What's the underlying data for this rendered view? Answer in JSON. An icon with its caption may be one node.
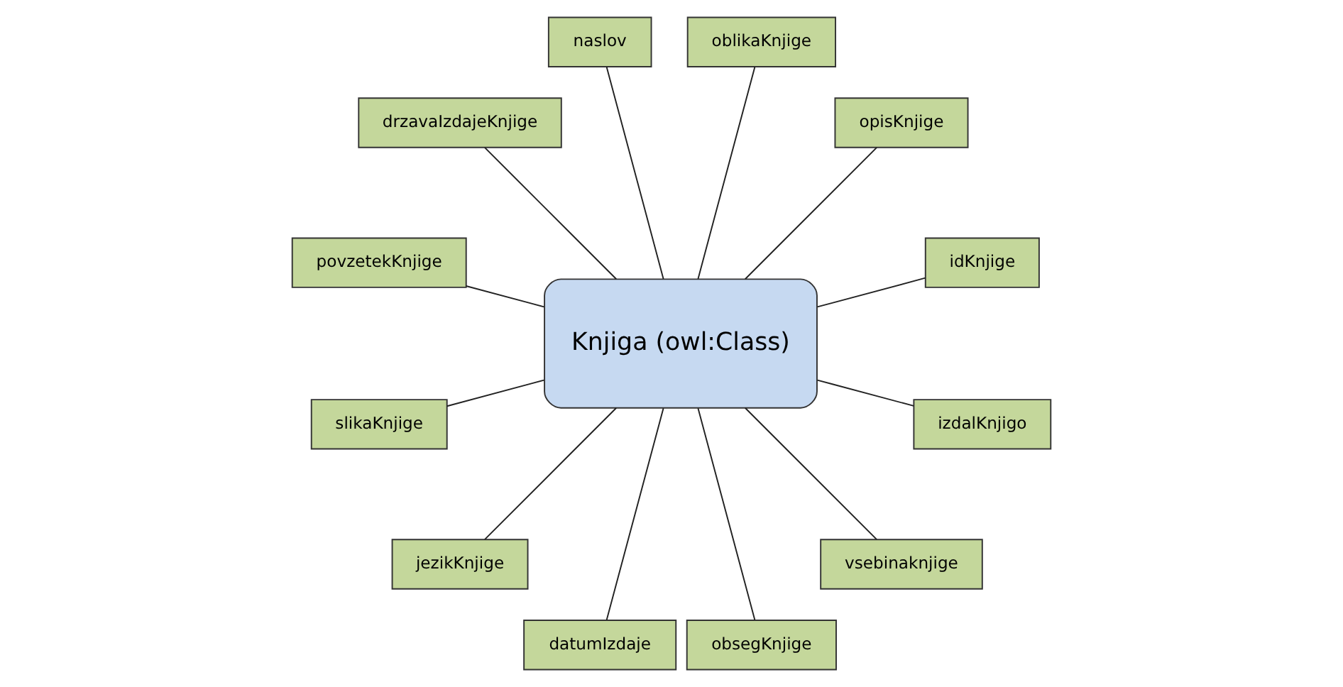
{
  "diagram": {
    "nodes": [
      {
        "text": [
          "idKnjige"
        ]
      },
      {
        "text": [
          "opisKnjige"
        ]
      },
      {
        "text": [
          "oblikaKnjige"
        ]
      },
      {
        "text": [
          "naslov"
        ]
      },
      {
        "text": [
          "drzavaIzdajeKnjige"
        ]
      },
      {
        "text": [
          "povzetekKnjige"
        ]
      },
      {
        "text": [
          "Knjiga (owl:Class)"
        ]
      },
      {
        "text": [
          "slikaKnjige"
        ]
      },
      {
        "text": [
          "jezikKnjige"
        ]
      },
      {
        "text": [
          "datumIzdaje"
        ]
      },
      {
        "text": [
          "obsegKnjige"
        ]
      },
      {
        "text": [
          "vsebinaknjige"
        ]
      },
      {
        "text": [
          "izdalKnjigo"
        ]
      }
    ],
    "edges": [
      {
        "from": 6,
        "to": 0,
        "arrow": "none"
      },
      {
        "from": 6,
        "to": 1,
        "arrow": "none"
      },
      {
        "from": 6,
        "to": 2,
        "arrow": "none"
      },
      {
        "from": 6,
        "to": 4,
        "arrow": "none"
      },
      {
        "from": 6,
        "to": 7,
        "arrow": "none"
      },
      {
        "from": 6,
        "to": 9,
        "arrow": "none"
      },
      {
        "from": 6,
        "to": 12,
        "arrow": "none"
      },
      {
        "from": 6,
        "to": 11,
        "arrow": "none"
      },
      {
        "from": 6,
        "to": 10,
        "arrow": "none"
      },
      {
        "from": 6,
        "to": 8,
        "arrow": "none"
      },
      {
        "from": 6,
        "to": 5,
        "arrow": "none"
      },
      {
        "from": 6,
        "to": 3,
        "arrow": "none"
      }
    ]
  }
}
